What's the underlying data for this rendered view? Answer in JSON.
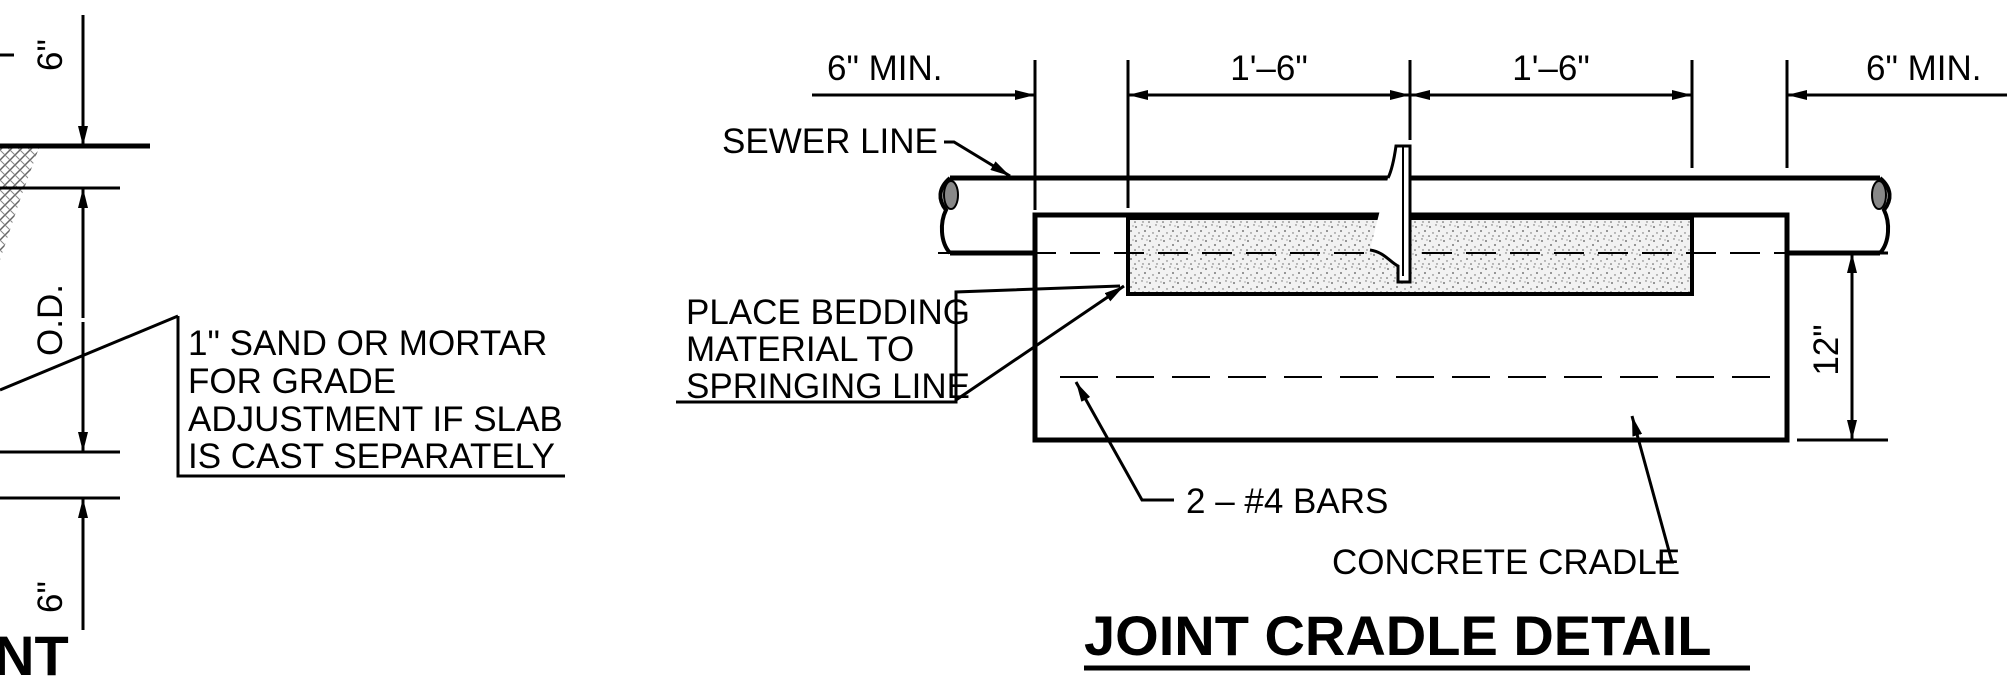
{
  "left_detail": {
    "dim_top": "6\"",
    "dim_mid": "O.D.",
    "dim_bottom": "6\"",
    "note_lines": [
      "1\" SAND OR MORTAR",
      "FOR GRADE",
      "ADJUSTMENT IF SLAB",
      "IS CAST SEPARATELY"
    ],
    "title_fragment": "NT"
  },
  "joint_cradle_detail": {
    "dims_top": [
      "6\" MIN.",
      "1'–6\"",
      "1'–6\"",
      "6\" MIN."
    ],
    "dim_right": "12\"",
    "sewer_label": "SEWER LINE",
    "bedding_lines": [
      "PLACE BEDDING",
      "MATERIAL TO",
      "SPRINGING LINE"
    ],
    "bars_label": "2 – #4 BARS",
    "cradle_label": "CONCRETE CRADLE",
    "title": "JOINT CRADLE DETAIL"
  }
}
